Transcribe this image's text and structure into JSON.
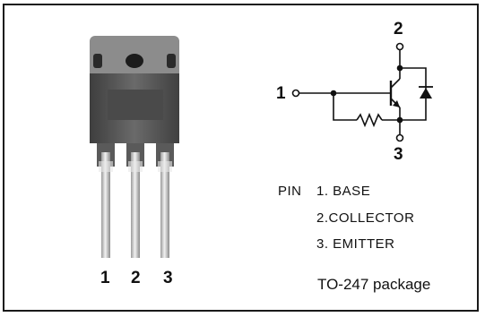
{
  "package_view": {
    "pin_numbers": [
      "1",
      "2",
      "3"
    ]
  },
  "schematic": {
    "terminal_labels": {
      "base": "1",
      "collector": "2",
      "emitter": "3"
    }
  },
  "pin_table": {
    "heading": "PIN",
    "entries": [
      "1. BASE",
      "2.COLLECTOR",
      "3. EMITTER"
    ]
  },
  "package_name": "TO-247 package",
  "colors": {
    "body": "#5e5e5e",
    "tab": "#8c8c8c",
    "lead": "#cfcfcf",
    "line": "#111111"
  }
}
